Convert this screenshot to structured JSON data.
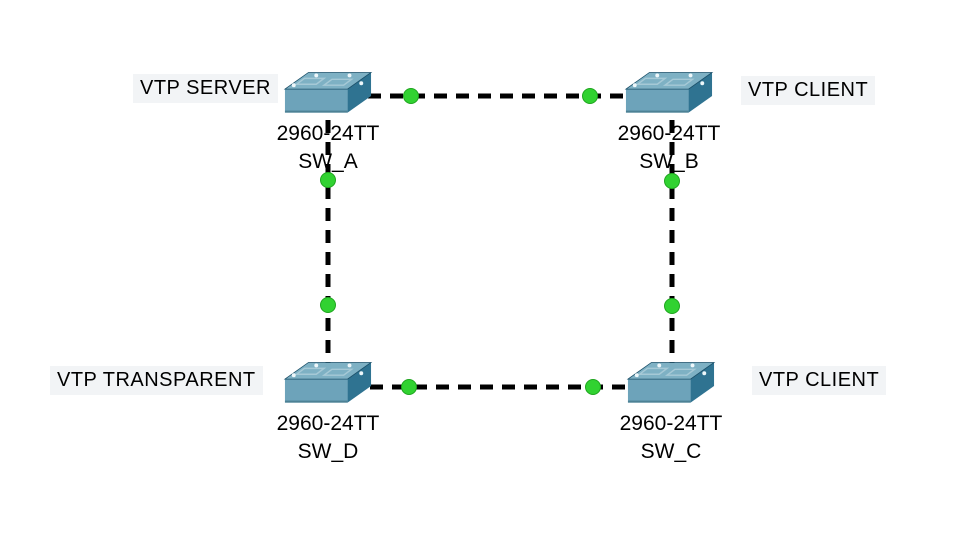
{
  "notes": [
    {
      "text": "VTP SERVER"
    },
    {
      "text": "VTP CLIENT"
    },
    {
      "text": "VTP TRANSPARENT"
    },
    {
      "text": "VTP CLIENT"
    }
  ],
  "devices": [
    {
      "model": "2960-24TT",
      "name": "SW_A",
      "role": "VTP SERVER"
    },
    {
      "model": "2960-24TT",
      "name": "SW_B",
      "role": "VTP CLIENT"
    },
    {
      "model": "2960-24TT",
      "name": "SW_C",
      "role": "VTP CLIENT"
    },
    {
      "model": "2960-24TT",
      "name": "SW_D",
      "role": "VTP TRANSPARENT"
    }
  ],
  "links": [
    {
      "from": "SW_A",
      "to": "SW_B",
      "style": "dashed",
      "endpoint_status": [
        "up",
        "up"
      ]
    },
    {
      "from": "SW_A",
      "to": "SW_D",
      "style": "dashed",
      "endpoint_status": [
        "up",
        "up"
      ]
    },
    {
      "from": "SW_B",
      "to": "SW_C",
      "style": "dashed",
      "endpoint_status": [
        "up",
        "up"
      ]
    },
    {
      "from": "SW_D",
      "to": "SW_C",
      "style": "dashed",
      "endpoint_status": [
        "up",
        "up"
      ]
    }
  ],
  "colors": {
    "canvas_background": "#ffffff",
    "note_background": "#f2f4f6",
    "text": "#000000",
    "link": "#000000",
    "status_up": "#31d231",
    "switch_top": "#7eb1c4",
    "switch_front": "#6da3ba",
    "switch_side": "#2f7391"
  }
}
